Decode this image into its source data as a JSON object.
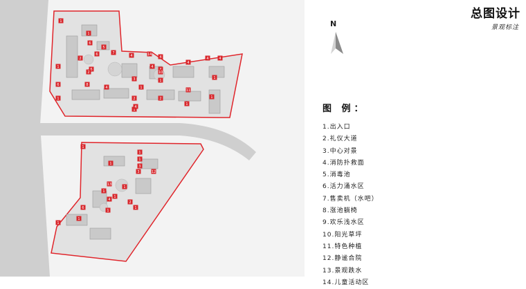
{
  "brand": {
    "title": "总图设计",
    "subtitle": "景观标注"
  },
  "compass": {
    "letter": "N"
  },
  "legend": {
    "title": "图 例：",
    "items": [
      "1.出入口",
      "2.礼仪大道",
      "3.中心对景",
      "4.消防扑救面",
      "5.消毒池",
      "6.活力涌水区",
      "7.售卖机（水吧）",
      "8.涨池躺椅",
      "9.欢乐浅水区",
      "10.阳光草坪",
      "11.特色种植",
      "12.静谧合院",
      "13.景观跌水",
      "14.儿童活动区"
    ]
  },
  "map": {
    "colors": {
      "boundary": "#e0242a",
      "road": "#cfcfcf",
      "ground": "#eeeeee",
      "marker": "#d8262b"
    },
    "markers": {
      "north": [
        "1",
        "1",
        "6",
        "5",
        "6",
        "7",
        "4",
        "14",
        "4",
        "4",
        "4",
        "2",
        "6",
        "2",
        "3",
        "4",
        "10",
        "1",
        "6",
        "8",
        "4",
        "1",
        "1",
        "1",
        "4",
        "1",
        "2",
        "11",
        "1",
        "2",
        "1",
        "4",
        "4",
        "1",
        "1"
      ],
      "south": [
        "1",
        "1",
        "1",
        "3",
        "1",
        "3",
        "12",
        "13",
        "1",
        "1",
        "1",
        "4",
        "1",
        "2",
        "1",
        "1",
        "1",
        "6"
      ]
    }
  }
}
